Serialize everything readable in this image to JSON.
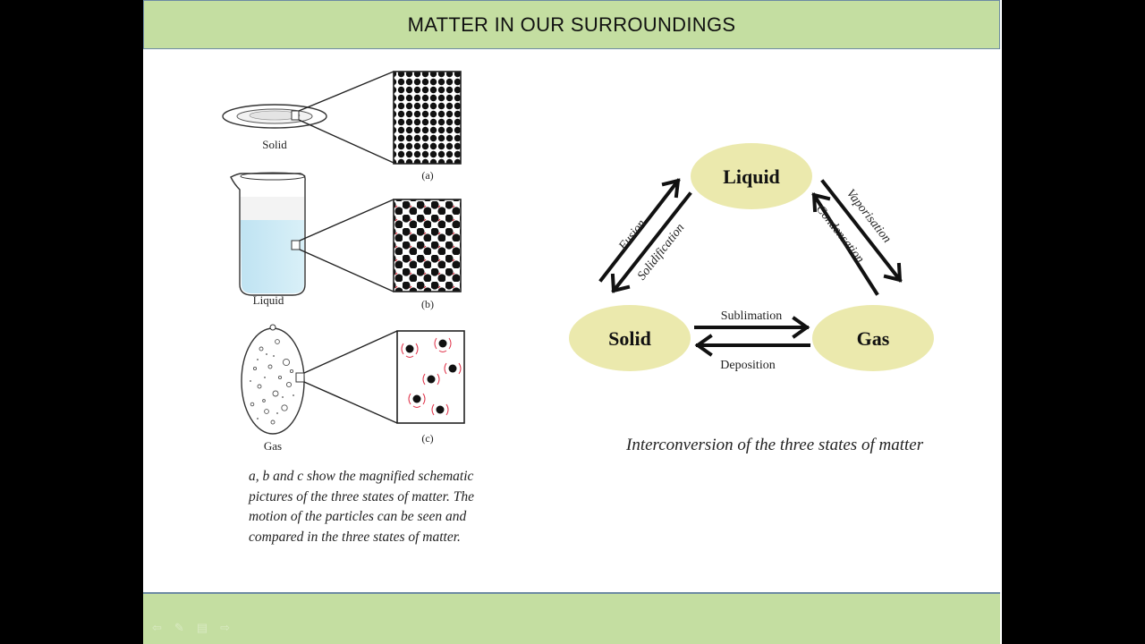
{
  "header": {
    "title": "MATTER IN OUR SURROUNDINGS"
  },
  "figure_left": {
    "labels": {
      "solid": "Solid",
      "liquid": "Liquid",
      "gas": "Gas",
      "a": "(a)",
      "b": "(b)",
      "c": "(c)"
    },
    "caption": "a, b and c show the magnified schematic pictures of the three states of matter. The motion of the particles can be seen and compared in the three states of matter."
  },
  "figure_right": {
    "states": {
      "liquid": "Liquid",
      "solid": "Solid",
      "gas": "Gas"
    },
    "processes": {
      "fusion": "Fusion",
      "solidification": "Solidification",
      "vaporisation": "Vaporisation",
      "condensation": "Condensation",
      "sublimation": "Sublimation",
      "deposition": "Deposition"
    },
    "caption": "Interconversion of the three states of matter",
    "colors": {
      "ellipse_fill": "#ebe9ad"
    }
  },
  "theme": {
    "header_fill": "#c4dea1",
    "border": "#6d8aa3"
  }
}
